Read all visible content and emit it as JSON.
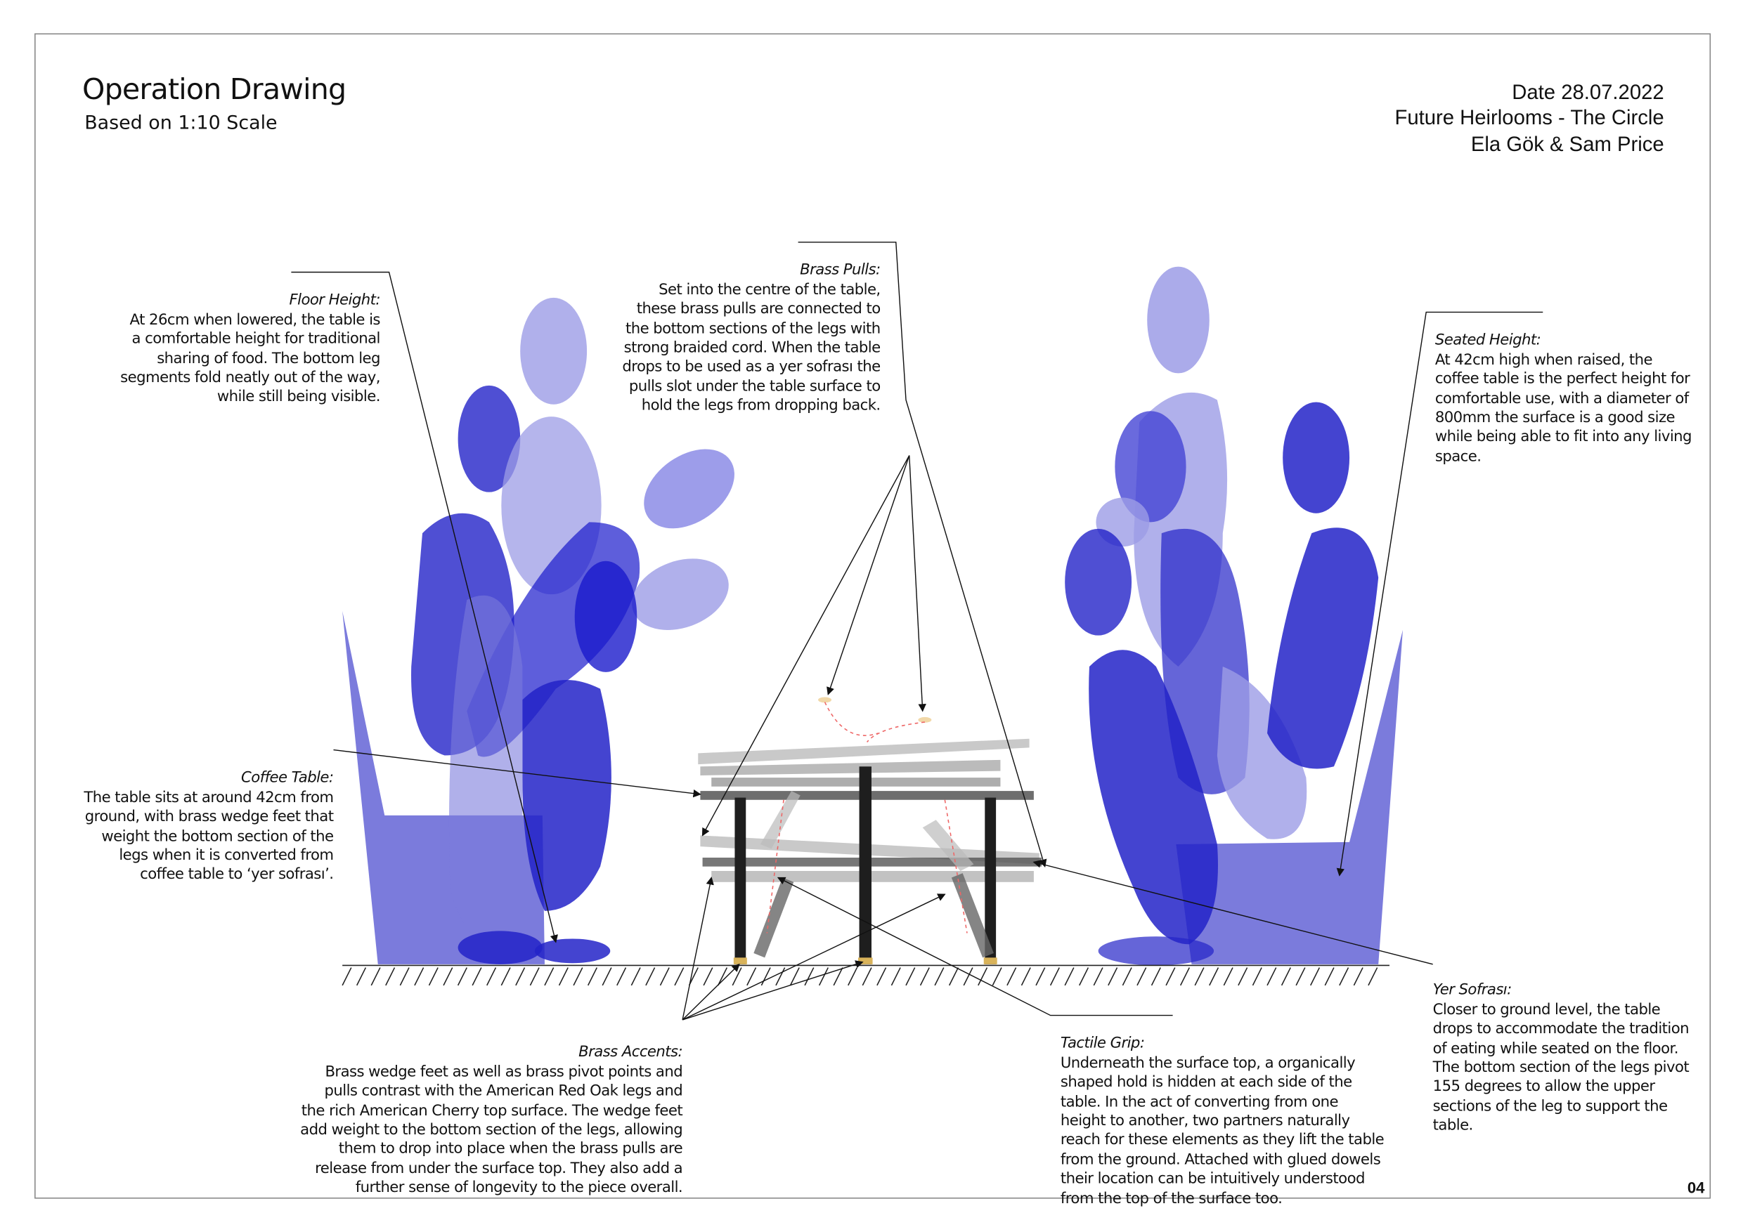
{
  "header": {
    "title": "Operation Drawing",
    "subtitle": "Based on 1:10 Scale",
    "date": "Date 28.07.2022",
    "project": "Future Heirlooms - The Circle",
    "authors": "Ela Gök & Sam Price"
  },
  "annotations": {
    "floor_height": {
      "heading": "Floor Height:",
      "body": "At 26cm when lowered, the table is\na comfortable height for traditional\nsharing of food. The bottom leg\nsegments fold neatly out of the way,\nwhile still being visible."
    },
    "brass_pulls": {
      "heading": "Brass Pulls:",
      "body": "Set into the centre of the table,\nthese brass pulls are connected to\nthe bottom sections of the legs with\nstrong braided cord. When the table\ndrops to be used as a yer sofrası the\npulls slot under the table surface to\nhold the legs from dropping back."
    },
    "seated_height": {
      "heading": "Seated Height:",
      "body": "At 42cm high when raised, the\ncoffee table is the perfect height for\ncomfortable use, with a diameter of\n800mm the surface is a good size\nwhile being able to fit into any living\nspace."
    },
    "coffee_table": {
      "heading": "Coffee Table:",
      "body": "The table sits at around 42cm from\nground, with brass wedge feet that\nweight the bottom section of the\nlegs when it is converted from\ncoffee table to ‘yer sofrası’."
    },
    "brass_accents": {
      "heading": "Brass Accents:",
      "body": "Brass wedge feet as well as brass pivot points and\npulls contrast with the American Red Oak legs and\nthe rich American Cherry top surface. The wedge feet\nadd weight to the bottom section of the legs, allowing\nthem to drop into place when the brass pulls are\nrelease from under the surface top. They also add a\nfurther sense of longevity to the piece overall."
    },
    "tactile_grip": {
      "heading": "Tactile Grip:",
      "body": "Underneath the surface top, a organically\nshaped hold is hidden at each side of the\ntable. In the act of converting from one\nheight to another, two partners naturally\nreach for these elements as they lift the table\nfrom the ground. Attached with glued dowels\ntheir location can be intuitively understood\nfrom the top of the surface too."
    },
    "yer_sofrasi": {
      "heading": "Yer Sofrası:",
      "body": "Closer to ground level, the table\ndrops to accommodate the tradition\nof eating while seated on the floor.\nThe bottom section of the legs pivot\n155 degrees to allow the upper\nsections of the leg to support the\ntable."
    }
  },
  "page_number": "04",
  "colors": {
    "figure_dark": "#1a1acc",
    "figure_light": "#8f8fe0",
    "chair": "#7b7bdc",
    "table_leg": "#1e1e1e",
    "brass": "#d9b35a"
  }
}
